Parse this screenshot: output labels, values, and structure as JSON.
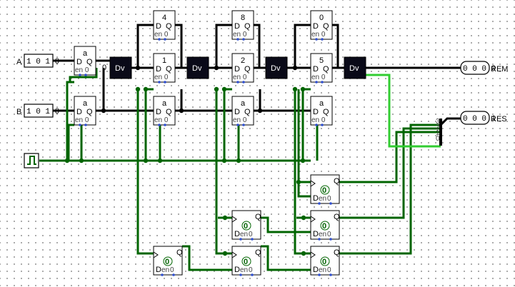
{
  "inputs": {
    "a": {
      "label": "A",
      "value": "1 0 1 0"
    },
    "b": {
      "label": "B",
      "value": "1 0 1 0"
    }
  },
  "outputs": {
    "rem": {
      "label": "REM",
      "value": "0 0 0 0"
    },
    "res": {
      "label": "RES",
      "value": "0 0 0 1"
    }
  },
  "registers": {
    "a_in": {
      "top": "a",
      "pins": "D  Q",
      "bottom": "en 0"
    },
    "b_in": {
      "top": "a",
      "pins": "D  Q",
      "bottom": "en 0"
    },
    "c1_top": {
      "top": "4",
      "pins": "D  Q",
      "bottom": "en 0"
    },
    "c1_mid": {
      "top": "1",
      "pins": "D  Q",
      "bottom": "en 0"
    },
    "c1_bot": {
      "top": "a",
      "pins": "D  Q",
      "bottom": "en 0"
    },
    "c2_top": {
      "top": "8",
      "pins": "D  Q",
      "bottom": "en 0"
    },
    "c2_mid": {
      "top": "2",
      "pins": "D  Q",
      "bottom": "en 0"
    },
    "c2_bot": {
      "top": "a",
      "pins": "D  Q",
      "bottom": "en 0"
    },
    "c3_top": {
      "top": "0",
      "pins": "D  Q",
      "bottom": "en 0"
    },
    "c3_mid": {
      "top": "5",
      "pins": "D  Q",
      "bottom": "en 0"
    },
    "c3_bot": {
      "top": "a",
      "pins": "D  Q",
      "bottom": "en 0"
    }
  },
  "zero_label": "0",
  "dividers": [
    "Dv",
    "Dv",
    "Dv",
    "Dv"
  ],
  "flipflops": {
    "q_label": "Q",
    "d_label": "D",
    "en_label": "en",
    "value": "0"
  },
  "splitter_bits": [
    "3",
    "2",
    "1",
    "0"
  ],
  "clock_icon": "square-wave-icon",
  "colors": {
    "wire_low": "#006400",
    "wire_high": "#32cd32",
    "bus": "#000000",
    "divider": "#0a0a18"
  }
}
